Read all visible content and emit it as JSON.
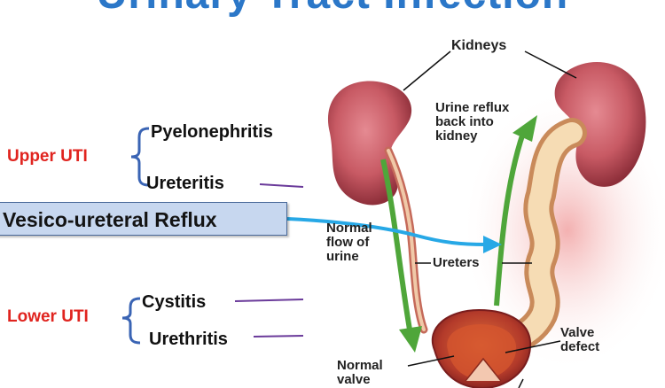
{
  "title": "Urinary Tract Infection",
  "left_panel": {
    "upper_uti": "Upper UTI",
    "pyelonephritis": "Pyelonephritis",
    "ureteritis": "Ureteritis",
    "vesico_reflux": "Vesico-ureteral Reflux",
    "lower_uti": "Lower UTI",
    "cystitis": "Cystitis",
    "urethritis": "Urethritis"
  },
  "diagram_labels": {
    "kidneys": "Kidneys",
    "urine_reflux": [
      "Urine reflux",
      "back into",
      "kidney"
    ],
    "normal_flow": [
      "Normal",
      "flow of",
      "urine"
    ],
    "ureters": "Ureters",
    "valve_defect": [
      "Valve",
      "defect"
    ],
    "normal_valve": [
      "Normal",
      "valve"
    ]
  },
  "colors": {
    "title": "#2b77c8",
    "category_label": "#e0241f",
    "brace": "#3a64b4",
    "connector_line": "#6a3a9a",
    "reflux_box": "#c7d7ef",
    "blue_arrow": "#27a8e6",
    "green_arrow": "#4fa63a",
    "kidney": "#c85a64"
  }
}
